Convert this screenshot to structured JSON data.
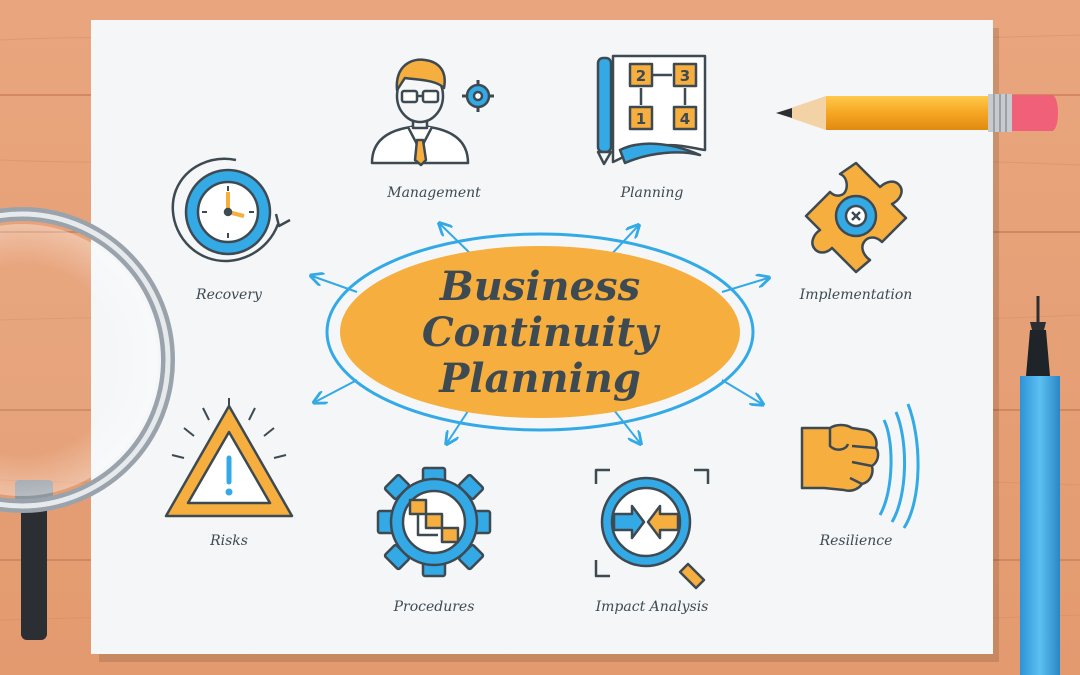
{
  "title": {
    "line1": "Business",
    "line2": "Continuity",
    "line3": "Planning"
  },
  "topics": [
    {
      "label": "Management",
      "icon": "manager-gear-icon"
    },
    {
      "label": "Planning",
      "icon": "flowchart-plan-icon"
    },
    {
      "label": "Implementation",
      "icon": "puzzle-gear-icon"
    },
    {
      "label": "Resilience",
      "icon": "fist-icon"
    },
    {
      "label": "Impact Analysis",
      "icon": "magnifier-arrows-icon"
    },
    {
      "label": "Procedures",
      "icon": "gear-flow-icon"
    },
    {
      "label": "Risks",
      "icon": "warning-triangle-icon"
    },
    {
      "label": "Recovery",
      "icon": "clock-recovery-icon"
    }
  ],
  "planning_steps": [
    "1",
    "2",
    "3",
    "4"
  ],
  "colors": {
    "accent_orange": "#f6ae3f",
    "accent_blue": "#33a9e6",
    "outline": "#3e4a52",
    "paper": "#f4f6f8",
    "wood": "#e8a077"
  }
}
